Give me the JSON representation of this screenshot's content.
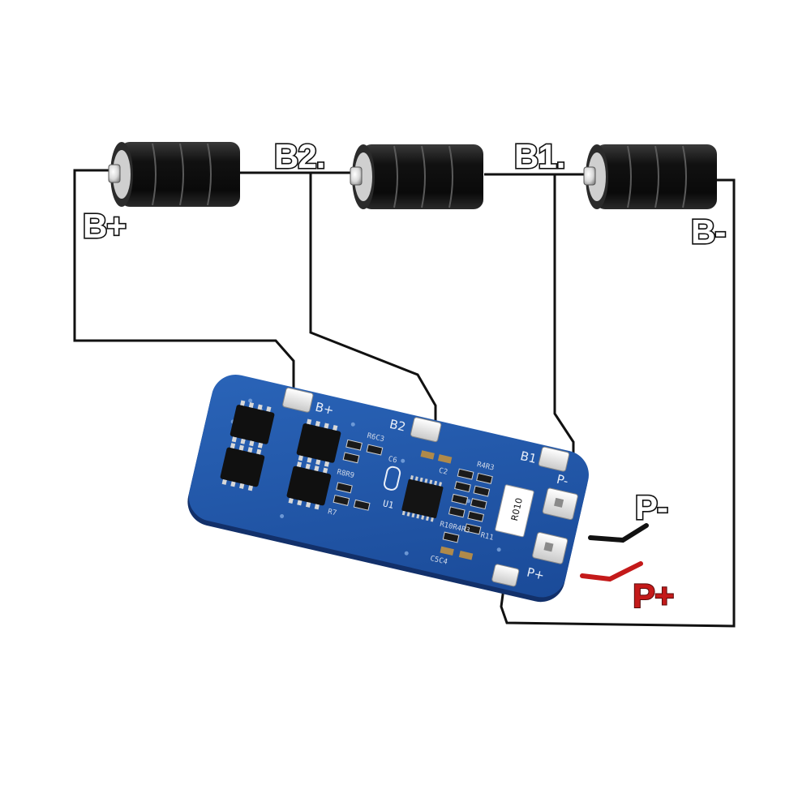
{
  "labels": {
    "b_plus": "B+",
    "b2": "B2.",
    "b1": "B1.",
    "b_minus": "B-",
    "p_minus": "P-",
    "p_plus": "P+"
  },
  "board": {
    "pad_b_plus": "B+",
    "pad_b2": "B2",
    "pad_b1": "B1",
    "pad_p_minus": "P-",
    "pad_p_plus": "P+",
    "u1": "U1",
    "shunt": "R010",
    "marks": [
      "C6",
      "R6C3",
      "R8R9",
      "R7",
      "C2",
      "R4R3",
      "R10R4R3",
      "R11",
      "C5C4"
    ]
  },
  "colors": {
    "pcb": "#1f55a8",
    "wire": "#111111",
    "p_plus_wire": "#c41a1a",
    "battery": "#1a1a1a"
  }
}
